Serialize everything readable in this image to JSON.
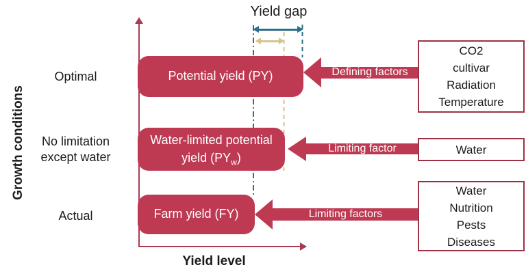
{
  "yield_gap_label": "Yield gap",
  "axes": {
    "y_label": "Growth conditions",
    "x_label": "Yield level"
  },
  "conditions": {
    "optimal": "Optimal",
    "no_limitation_line1": "No limitation",
    "no_limitation_line2": "except water",
    "actual": "Actual"
  },
  "boxes": {
    "py": "Potential yield (PY)",
    "pyw_line1": "Water-limited potential",
    "pyw_line2_pre": "yield (PY",
    "pyw_sub": "w",
    "pyw_line2_post": ")",
    "fy": "Farm yield (FY)"
  },
  "arrows": {
    "defining": "Defining factors",
    "limiting_single": "Limiting factor",
    "limiting_plural": "Limiting factors"
  },
  "factor_boxes": {
    "defining": [
      "CO2",
      "cultivar",
      "Radiation",
      "Temperature"
    ],
    "water": [
      "Water"
    ],
    "limiting": [
      "Water",
      "Nutrition",
      "Pests",
      "Diseases"
    ]
  },
  "colors": {
    "box_fill": "#BE3A53",
    "axis": "#AA3C52",
    "gap_arrow_teal": "#2D6E8C",
    "gap_arrow_tan": "#D6C389",
    "factor_box_border": "#9C3144",
    "label_text": "#1A1A1A",
    "box_text": "#FFFFFF"
  }
}
